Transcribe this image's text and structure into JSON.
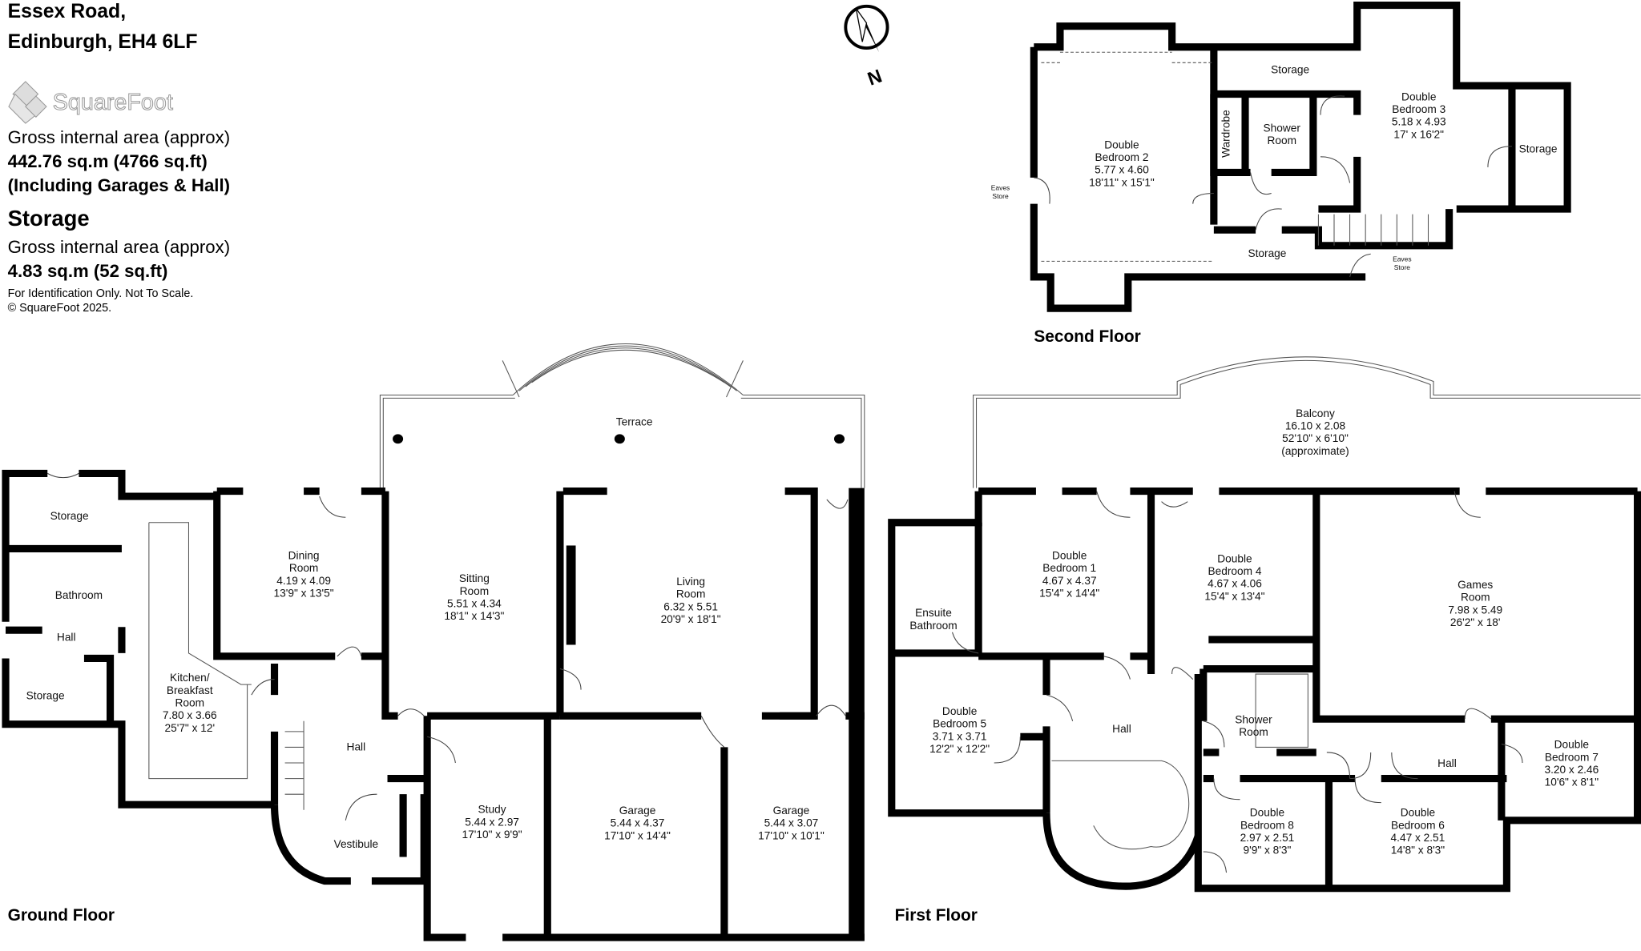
{
  "header": {
    "address_line1": "Essex Road,",
    "address_line2": "Edinburgh, EH4 6LF",
    "logo_text": "SquareFoot",
    "area_label": "Gross internal area (approx)",
    "area_value": "442.76 sq.m (4766 sq.ft)",
    "area_note": "(Including Garages & Hall)",
    "storage_title": "Storage",
    "storage_area_label": "Gross internal area (approx)",
    "storage_area_value": "4.83 sq.m (52 sq.ft)",
    "disclaimer": "For Identification Only. Not To Scale.",
    "copyright": "© SquareFoot 2025."
  },
  "compass": {
    "label": "N",
    "icon": "north-arrow-icon"
  },
  "floors": {
    "ground": {
      "title": "Ground Floor",
      "rooms": [
        {
          "lines": [
            "Storage"
          ]
        },
        {
          "lines": [
            "Bathroom"
          ]
        },
        {
          "lines": [
            "Hall"
          ]
        },
        {
          "lines": [
            "Storage"
          ]
        },
        {
          "lines": [
            "Kitchen/",
            "Breakfast",
            "Room",
            "7.80 x 3.66",
            "25'7\" x 12'"
          ]
        },
        {
          "lines": [
            "Dining",
            "Room",
            "4.19 x 4.09",
            "13'9\" x 13'5\""
          ]
        },
        {
          "lines": [
            "Sitting",
            "Room",
            "5.51 x 4.34",
            "18'1\" x 14'3\""
          ]
        },
        {
          "lines": [
            "Living",
            "Room",
            "6.32 x 5.51",
            "20'9\" x 18'1\""
          ]
        },
        {
          "lines": [
            "Terrace"
          ]
        },
        {
          "lines": [
            "Hall"
          ]
        },
        {
          "lines": [
            "Vestibule"
          ]
        },
        {
          "lines": [
            "Study",
            "5.44 x 2.97",
            "17'10\" x 9'9\""
          ]
        },
        {
          "lines": [
            "Garage",
            "5.44 x 4.37",
            "17'10\" x 14'4\""
          ]
        },
        {
          "lines": [
            "Garage",
            "5.44 x 3.07",
            "17'10\" x 10'1\""
          ]
        }
      ]
    },
    "first": {
      "title": "First Floor",
      "rooms": [
        {
          "lines": [
            "Balcony",
            "16.10 x 2.08",
            "52'10\" x 6'10\"",
            "(approximate)"
          ]
        },
        {
          "lines": [
            "Double",
            "Bedroom 1",
            "4.67 x 4.37",
            "15'4\" x 14'4\""
          ]
        },
        {
          "lines": [
            "Double",
            "Bedroom 4",
            "4.67 x 4.06",
            "15'4\" x 13'4\""
          ]
        },
        {
          "lines": [
            "Games",
            "Room",
            "7.98 x 5.49",
            "26'2\" x 18'"
          ]
        },
        {
          "lines": [
            "Ensuite",
            "Bathroom"
          ]
        },
        {
          "lines": [
            "Double",
            "Bedroom 5",
            "3.71 x 3.71",
            "12'2\" x 12'2\""
          ]
        },
        {
          "lines": [
            "Hall"
          ]
        },
        {
          "lines": [
            "Shower",
            "Room"
          ]
        },
        {
          "lines": [
            "Hall"
          ]
        },
        {
          "lines": [
            "Double",
            "Bedroom 7",
            "3.20 x 2.46",
            "10'6\" x 8'1\""
          ]
        },
        {
          "lines": [
            "Double",
            "Bedroom 8",
            "2.97 x 2.51",
            "9'9\" x 8'3\""
          ]
        },
        {
          "lines": [
            "Double",
            "Bedroom 6",
            "4.47 x 2.51",
            "14'8\" x 8'3\""
          ]
        }
      ]
    },
    "second": {
      "title": "Second Floor",
      "rooms": [
        {
          "lines": [
            "Double",
            "Bedroom 2",
            "5.77 x 4.60",
            "18'11\" x 15'1\""
          ]
        },
        {
          "lines": [
            "Storage"
          ]
        },
        {
          "lines": [
            "Shower",
            "Room"
          ]
        },
        {
          "lines": [
            "Double",
            "Bedroom 3",
            "5.18 x 4.93",
            "17' x 16'2\""
          ]
        },
        {
          "lines": [
            "Storage"
          ]
        },
        {
          "lines": [
            "Storage"
          ]
        },
        {
          "lines": [
            "Eaves",
            "Store"
          ]
        },
        {
          "lines": [
            "Eaves",
            "Store"
          ]
        },
        {
          "lines": [
            "Wardrobe"
          ]
        }
      ]
    }
  }
}
